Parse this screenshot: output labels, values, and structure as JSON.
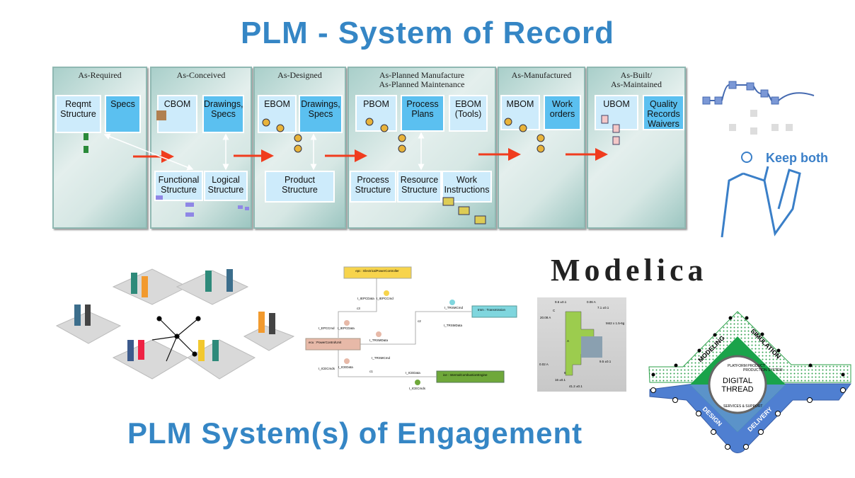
{
  "titles": {
    "record": "PLM - System of Record",
    "engagement": "PLM System(s) of Engagement"
  },
  "lifecycle": {
    "phases": [
      {
        "title": "As-Required",
        "boxes": [
          "Reqmt Structure",
          "Specs"
        ]
      },
      {
        "title": "As-Conceived",
        "boxes": [
          "CBOM",
          "Drawings, Specs",
          "Functional Structure",
          "Logical Structure"
        ]
      },
      {
        "title": "As-Designed",
        "boxes": [
          "EBOM",
          "Drawings, Specs",
          "Product Structure"
        ]
      },
      {
        "title": "As-Planned Manufacture As-Planned Maintenance",
        "title_lines": [
          "As-Planned Manufacture",
          "As-Planned Maintenance"
        ],
        "boxes": [
          "PBOM",
          "Process Plans",
          "EBOM (Tools)",
          "Process Structure",
          "Resource Structure",
          "Work Instructions"
        ]
      },
      {
        "title": "As-Manufactured",
        "boxes": [
          "MBOM",
          "Work orders"
        ]
      },
      {
        "title": "As-Built/ As-Maintained",
        "title_lines": [
          "As-Built/",
          "As-Maintained"
        ],
        "boxes": [
          "UBOM",
          "Quality Records Waivers"
        ]
      }
    ],
    "arrow_color": "#f03c1e"
  },
  "keep_both": {
    "label": "Keep both",
    "icon": "lightbulb-person-icon"
  },
  "uml": {
    "blocks": [
      "epc : ElectricalPowerController",
      "ecu : PowerControlUnit",
      "trsm : Transmission",
      "ice : InternalCombustionEngine"
    ],
    "connectors": [
      "c1",
      "c2",
      "c3"
    ],
    "ports": [
      "ctrl",
      "epc",
      "trsm",
      "ice",
      "ctrl",
      "ctrl"
    ],
    "interfaces": [
      "I_IEPCData",
      "I_IEPCCmd",
      "I_EPCCmd",
      "I_IEPCData",
      "I_TRSMData",
      "I_TRSMCmd",
      "I_ICECmds",
      "I_ICEData",
      "I_TRSMCmd",
      "I_TRSMData",
      "I_ICEData",
      "I_ICECmds"
    ],
    "colors": {
      "epc": "#f7d44c",
      "ecu": "#e7b9a8",
      "trsm": "#7fd6de",
      "ice": "#6fa83a"
    }
  },
  "modelica": {
    "logo_text": "Modelica"
  },
  "cad": {
    "dims": [
      "9.6 ±0.1",
      "0.06 A",
      "7.1 ±0.1",
      "C",
      "20.08 A",
      "M42 x 1.5-6g",
      "A",
      "0.02 A",
      "9.5 ±0.1",
      "6",
      "16 ±0.1",
      "41.2 ±0.1"
    ]
  },
  "digital_thread": {
    "center": [
      "DIGITAL",
      "THREAD"
    ],
    "ring": [
      "PLATFORM PRODUCT",
      "PRODUCTION SYSTEM",
      "SERVICES & SUPPORT"
    ],
    "arms": [
      "MODELING",
      "SIMULATION",
      "DESIGN",
      "DELIVERY"
    ],
    "colors": {
      "top": "#1aa34a",
      "bottom": "#4f7fd1"
    }
  }
}
